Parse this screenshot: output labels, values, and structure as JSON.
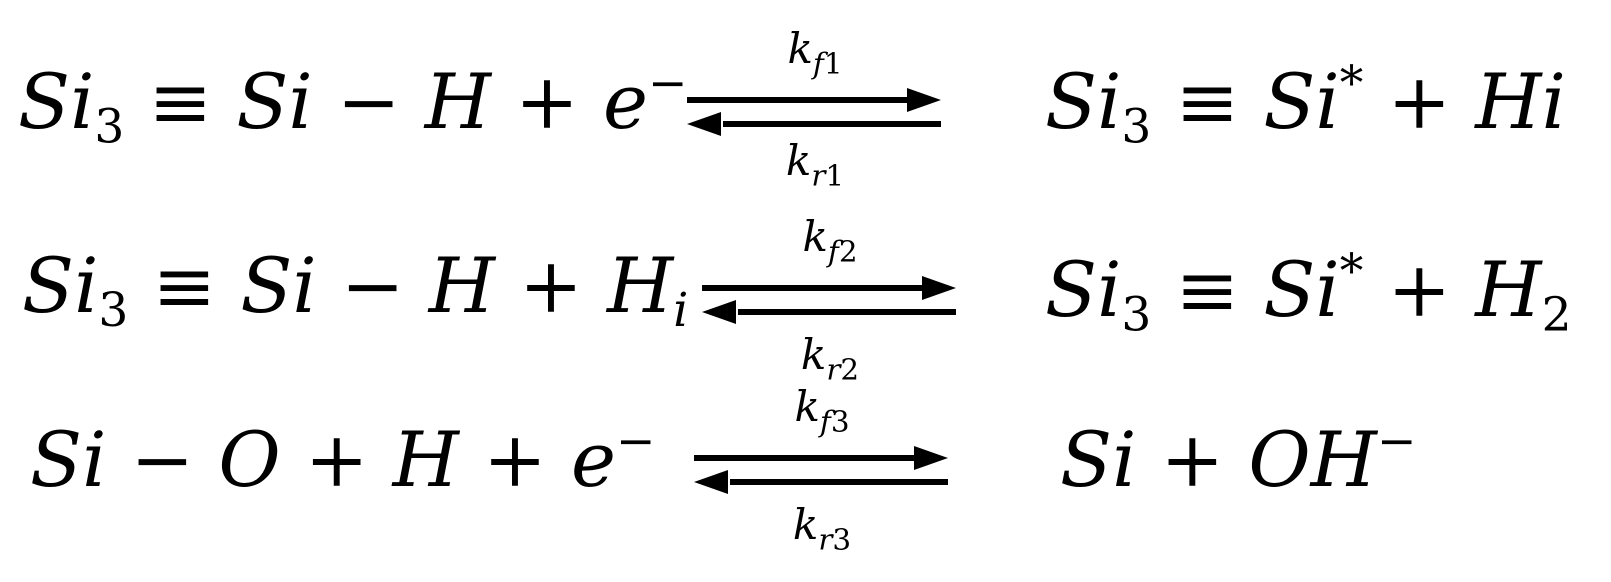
{
  "reactions": [
    {
      "left": {
        "base": "Si",
        "sub": "3",
        "middle": " ≡ Si − H + ",
        "tail_base": "e",
        "tail_sup": "−"
      },
      "forward": {
        "k": "k",
        "sub_letter": "f",
        "sub_num": "1"
      },
      "reverse": {
        "k": "k",
        "sub_letter": "r",
        "sub_num": "1"
      },
      "right": {
        "base": "Si",
        "sub": "3",
        "middle": " ≡ Si",
        "sup": "*",
        "tail": " + Hi"
      }
    },
    {
      "left": {
        "base": "Si",
        "sub": "3",
        "middle": " ≡ Si − H + H",
        "tail_sub": "i"
      },
      "forward": {
        "k": "k",
        "sub_letter": "f",
        "sub_num": "2"
      },
      "reverse": {
        "k": "k",
        "sub_letter": "r",
        "sub_num": "2"
      },
      "right": {
        "base": "Si",
        "sub": "3",
        "middle": " ≡ Si",
        "sup": "*",
        "tail": " + H",
        "tail_sub": "2"
      }
    },
    {
      "left": {
        "text": "Si − O + H + ",
        "tail_base": "e",
        "tail_sup": "−"
      },
      "forward": {
        "k": "k",
        "sub_letter": "f",
        "sub_num": "3"
      },
      "reverse": {
        "k": "k",
        "sub_letter": "r",
        "sub_num": "3"
      },
      "right": {
        "text": "Si + OH",
        "sup": "−"
      }
    }
  ]
}
